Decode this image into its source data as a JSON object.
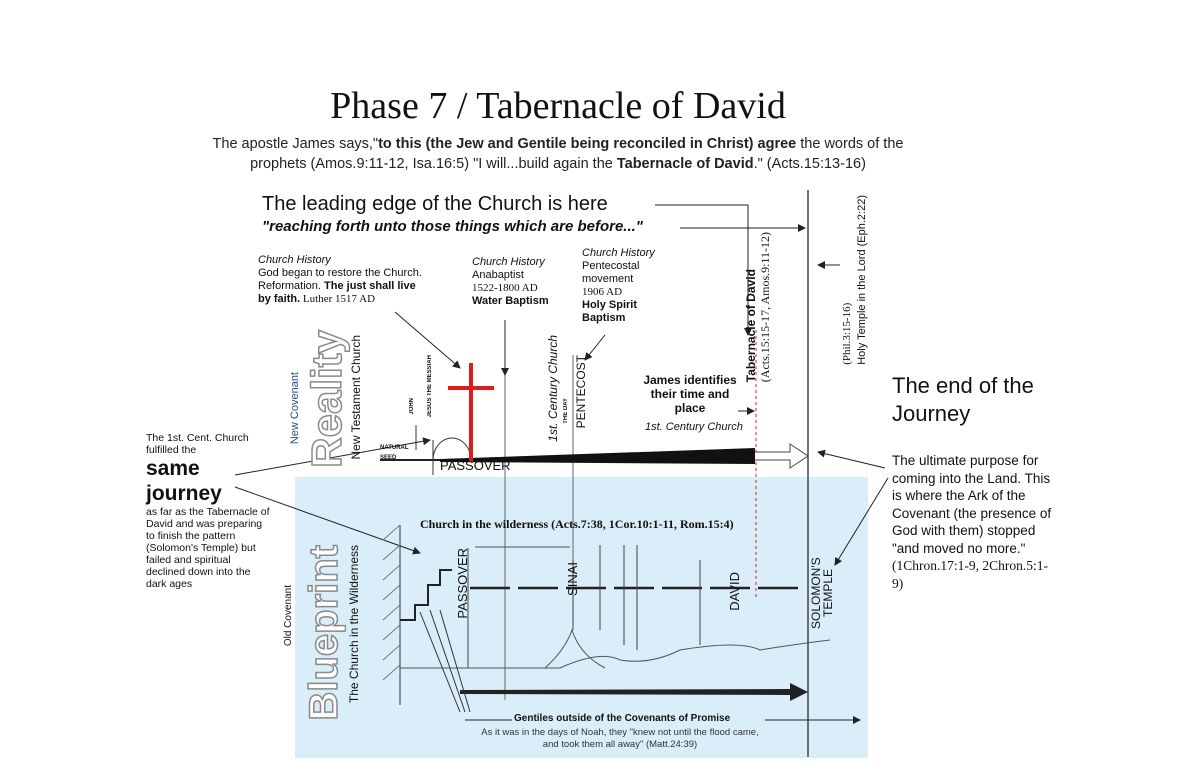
{
  "title": "Phase 7 / Tabernacle of David",
  "subtitle": {
    "line1_a": "The apostle James says,\"",
    "line1_b": "to this (the Jew and Gentile being reconciled in Christ) agree",
    "line1_c": " the words of the",
    "line2_a": "prophets (Amos.9:11-12, Isa.16:5) \"I will...build again the ",
    "line2_b": "Tabernacle of David",
    "line2_c": ".\" (Acts.15:13-16)"
  },
  "leading_edge": {
    "heading": "The leading edge of the Church is here",
    "quote": "\"reaching forth unto those things which are before...\""
  },
  "church_history": [
    {
      "label": "Church History",
      "lines": [
        "God began to restore the Church.",
        "Reformation. ",
        "The just shall live",
        "by faith.",
        " Luther 1517 AD"
      ]
    },
    {
      "label": "Church History",
      "lines": [
        "Anabaptist",
        "1522-1800 AD",
        "Water Baptism"
      ]
    },
    {
      "label": "Church History",
      "lines": [
        "Pentecostal",
        "movement",
        "1906 AD",
        "Holy Spirit",
        "Baptism"
      ]
    }
  ],
  "reality": {
    "new_covenant": "New Covenant",
    "big_word": "Reality",
    "nt_church": "New Testament Church",
    "john": "JOHN",
    "jesus": "JESUS THE MESSIAH",
    "natural": "NATURAL",
    "seed": "SEED",
    "passover": "PASSOVER",
    "first_century": "1st. Century Church",
    "the_day": "THE DAY",
    "pentecost": "PENTECOST",
    "james": "James identifies their time and place",
    "first_century_2": "1st. Century Church"
  },
  "tabernacle_label": {
    "line1": "Tabernacle of David",
    "line2": "(Acts.15:15-17, Amos.9:11-12)"
  },
  "temple_label": {
    "line1": "(Phil.3:15-16)",
    "line2": "Holy Temple in the Lord (Eph.2:22)"
  },
  "left_note": {
    "intro": "The 1st. Cent. Church fulfilled the",
    "big1": "same",
    "big2": "journey",
    "body": "as far as the Tabernacle of David and was preparing to finish the pattern (Solomon's Temple) but failed and spiritual declined down into the dark ages"
  },
  "right_note": {
    "heading": "The end of the Journey",
    "body": "The ultimate purpose for coming into the Land. This is where the Ark of the Covenant (the presence of God with them) stopped \"and moved no more.\"",
    "refs": "(1Chron.17:1-9, 2Chron.5:1-9)"
  },
  "blueprint": {
    "heading": "Church in the wilderness (Acts.7:38, 1Cor.10:1-11, Rom.15:4)",
    "old_covenant": "Old Covenant",
    "big_word": "Blueprint",
    "wilderness": "The Church in the Wilderness",
    "passover": "PASSOVER",
    "sinai": "SINAI",
    "david": "DAVID",
    "solomon": "SOLOMON'S TEMPLE",
    "gentiles": "Gentiles outside of the Covenants of Promise",
    "noah1": "As it was in the days of Noah, they \"knew not until the flood came,",
    "noah2": "and took them all away\" (Matt.24:39)"
  },
  "colors": {
    "cross": "#e01b1b",
    "blue_box": "#d9eef9",
    "new_covenant": "#2a4a9a",
    "dashed": "#e01b1b"
  }
}
